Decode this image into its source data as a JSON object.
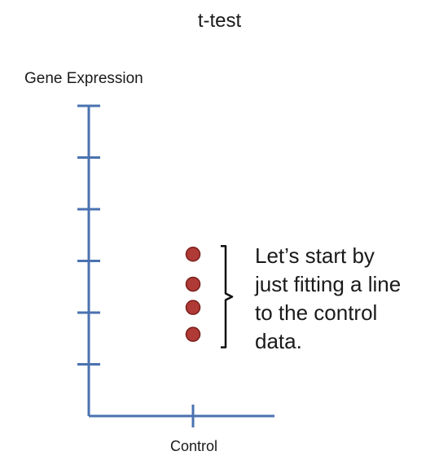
{
  "chart_data": {
    "type": "scatter",
    "title": "t-test",
    "ylabel": "Gene Expression",
    "categories": [
      "Control"
    ],
    "y_tick_count": 6,
    "series": [
      {
        "category": "Control",
        "values": [
          3.13,
          2.55,
          2.1,
          1.58
        ],
        "color": "#b03a35"
      }
    ],
    "ylim": [
      0,
      6
    ],
    "grid": false,
    "annotation": {
      "lines": [
        "Let’s start by",
        "just fitting a line",
        "to the control",
        "data."
      ]
    },
    "axis_color": "#4a72b0"
  }
}
